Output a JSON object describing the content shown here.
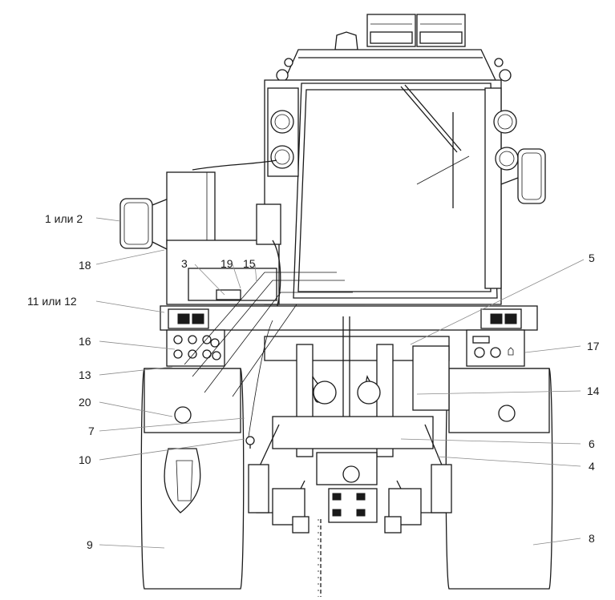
{
  "callouts": [
    {
      "id": "c1",
      "label": "1 или 2"
    },
    {
      "id": "c18",
      "label": "18"
    },
    {
      "id": "c3",
      "label": "3"
    },
    {
      "id": "c19",
      "label": "19"
    },
    {
      "id": "c15",
      "label": "15"
    },
    {
      "id": "c5",
      "label": "5"
    },
    {
      "id": "c11",
      "label": "11 или 12"
    },
    {
      "id": "c16",
      "label": "16"
    },
    {
      "id": "c17",
      "label": "17"
    },
    {
      "id": "c13",
      "label": "13"
    },
    {
      "id": "c14",
      "label": "14"
    },
    {
      "id": "c20",
      "label": "20"
    },
    {
      "id": "c7",
      "label": "7"
    },
    {
      "id": "c6",
      "label": "6"
    },
    {
      "id": "c10",
      "label": "10"
    },
    {
      "id": "c4",
      "label": "4"
    },
    {
      "id": "c9",
      "label": "9"
    },
    {
      "id": "c8",
      "label": "8"
    }
  ]
}
